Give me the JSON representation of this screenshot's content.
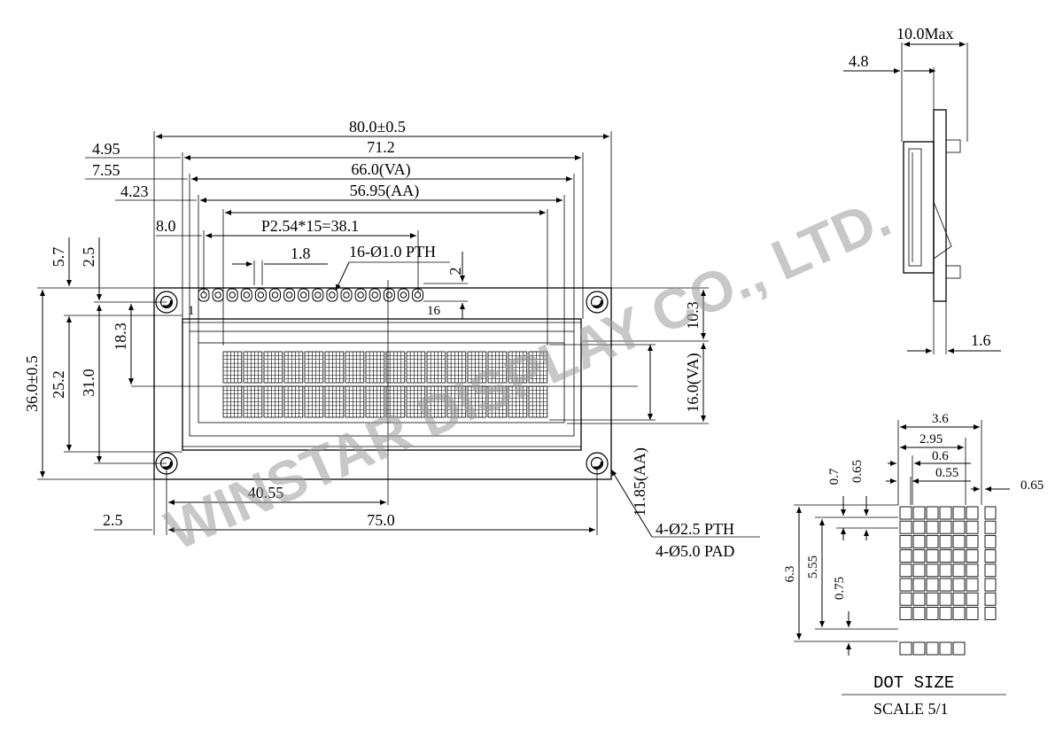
{
  "watermark": "WINSTAR DISPLAY CO., LTD.",
  "front_view": {
    "dims": {
      "overall_width": "80.0±0.5",
      "pcb_inner": "71.2",
      "view_area_w": "66.0(VA)",
      "active_area_w": "56.95(AA)",
      "pin_span": "P2.54*15=38.1",
      "pin_offset": "8.0",
      "pad_w": "1.8",
      "pth": "16-Ø1.0 PTH",
      "pin_gap": "2",
      "left_4_95": "4.95",
      "left_7_55": "7.55",
      "left_4_23": "4.23",
      "top_5_7": "5.7",
      "top_2_5": "2.5",
      "h_36": "36.0±0.5",
      "h_25_2": "25.2",
      "h_31": "31.0",
      "h_18_3": "18.3",
      "right_10_3": "10.3",
      "right_va_h": "16.0(VA)",
      "aa_h": "11.85(AA)",
      "bottom_40_55": "40.55",
      "bottom_2_5": "2.5",
      "bottom_75": "75.0",
      "hole_pth": "4-Ø2.5 PTH",
      "hole_pad": "4-Ø5.0 PAD"
    },
    "pin_first": "1",
    "pin_last": "16",
    "rows": 2,
    "cols": 16
  },
  "side_view": {
    "dims": {
      "max": "10.0Max",
      "depth": "4.8",
      "thickness": "1.6"
    }
  },
  "dot_detail": {
    "dims": {
      "w_3_6": "3.6",
      "w_2_95": "2.95",
      "w_0_6": "0.6",
      "w_0_55": "0.55",
      "w_0_65": "0.65",
      "w_0_65r": "0.65",
      "h_0_7": "0.7",
      "h_6_3": "6.3",
      "h_5_55": "5.55",
      "h_0_75": "0.75"
    },
    "title": "DOT SIZE",
    "scale": "SCALE 5/1"
  }
}
